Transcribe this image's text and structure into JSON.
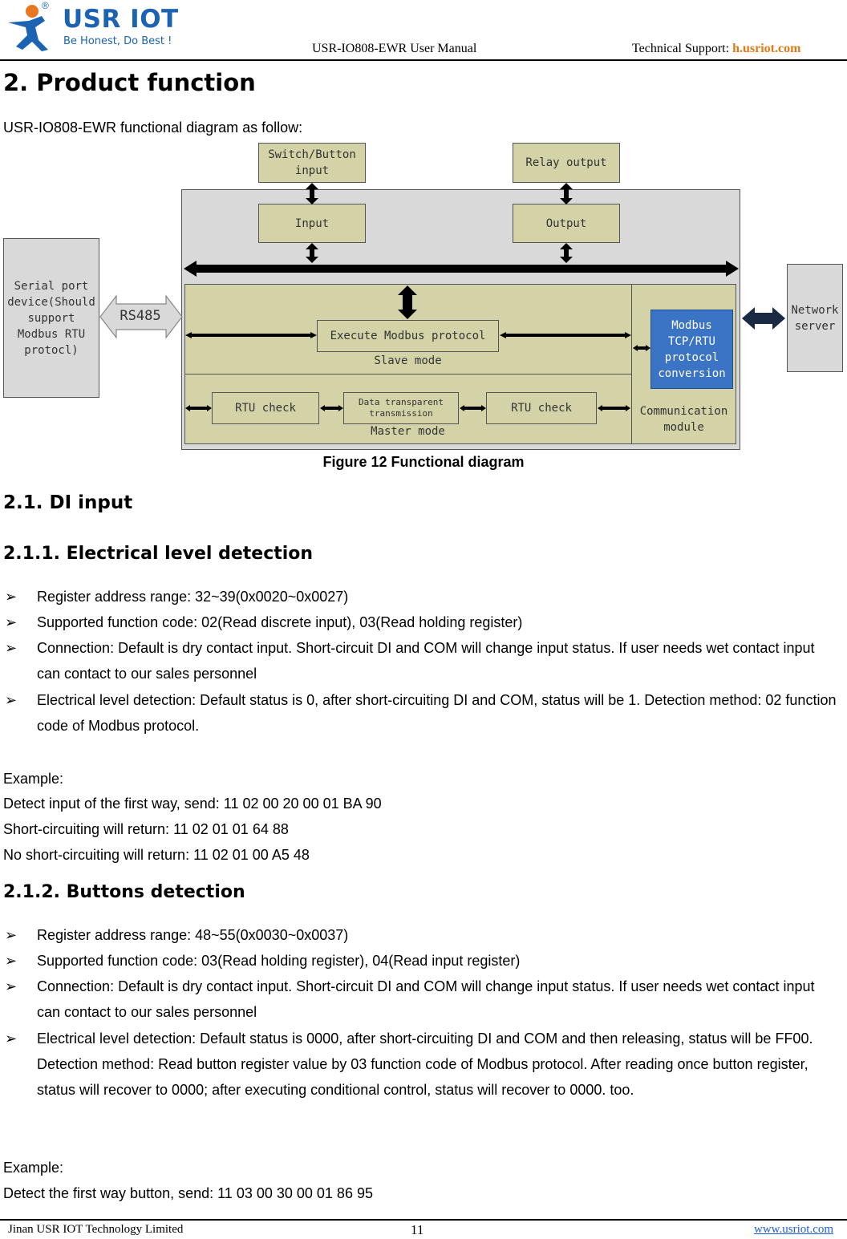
{
  "header": {
    "logo_text": "USR IOT",
    "logo_reg": "®",
    "logo_slogan": "Be Honest, Do Best !",
    "manual_title": "USR-IO808-EWR User Manual",
    "support_label": "Technical Support: ",
    "support_link": "h.usriot.com"
  },
  "section2": {
    "title": "2. Product function",
    "intro": "USR-IO808-EWR functional diagram as follow:"
  },
  "diagram": {
    "switch_button": "Switch/Button input",
    "relay_output": "Relay output",
    "input": "Input",
    "output": "Output",
    "serial_device": "Serial port device(Should support Modbus RTU protocl)",
    "rs485": "RS485",
    "execute_modbus": "Execute Modbus protocol",
    "slave_mode": "Slave mode",
    "rtu_check_left": "RTU check",
    "data_transparent": "Data transparent transmission",
    "rtu_check_right": "RTU check",
    "master_mode": "Master mode",
    "modbus_conversion": "Modbus TCP/RTU protocol conversion",
    "communication_module": "Communication module",
    "network_server": "Network server",
    "caption": "Figure 12 Functional diagram",
    "colors": {
      "olive": "#d3d3a7",
      "grey": "#d9d9d9",
      "blue": "#3b74c5",
      "dark_arrow": "#1b2a44"
    }
  },
  "section21": {
    "title": "2.1. DI input"
  },
  "section211": {
    "title": "2.1.1. Electrical level detection",
    "bullets": [
      "Register address range: 32~39(0x0020~0x0027)",
      "Supported function code: 02(Read discrete input), 03(Read holding register)",
      "Connection: Default is dry contact input. Short-circuit DI and COM will change input status. If user needs wet contact input can contact to our sales personnel",
      "Electrical level detection: Default status is 0, after short-circuiting DI and COM, status will be 1. Detection method: 02 function code of Modbus protocol."
    ],
    "example_label": "Example:",
    "example_lines": [
      "Detect input of the first way, send: 11 02 00 20 00 01 BA 90",
      "Short-circuiting will return: 11 02 01 01 64 88",
      "No short-circuiting will return: 11 02 01 00 A5 48"
    ]
  },
  "section212": {
    "title": "2.1.2. Buttons detection",
    "bullets": [
      "Register address range: 48~55(0x0030~0x0037)",
      "Supported function code: 03(Read holding register), 04(Read input register)",
      "Connection: Default is dry contact input. Short-circuit DI and COM will change input status. If user needs wet contact input can contact to our sales personnel",
      "Electrical level detection: Default status is 0000, after short-circuiting DI and COM and then releasing, status will be FF00. Detection method: Read button register value by 03 function code of Modbus protocol. After reading once button register, status will recover to 0000; after executing conditional control, status will recover to 0000. too."
    ],
    "example_label": "Example:",
    "example_lines": [
      "Detect the first way button, send: 11 03 00 30 00 01 86 95"
    ]
  },
  "footer": {
    "company": "Jinan USR IOT Technology Limited",
    "page": "11",
    "website": "www.usriot.com"
  }
}
